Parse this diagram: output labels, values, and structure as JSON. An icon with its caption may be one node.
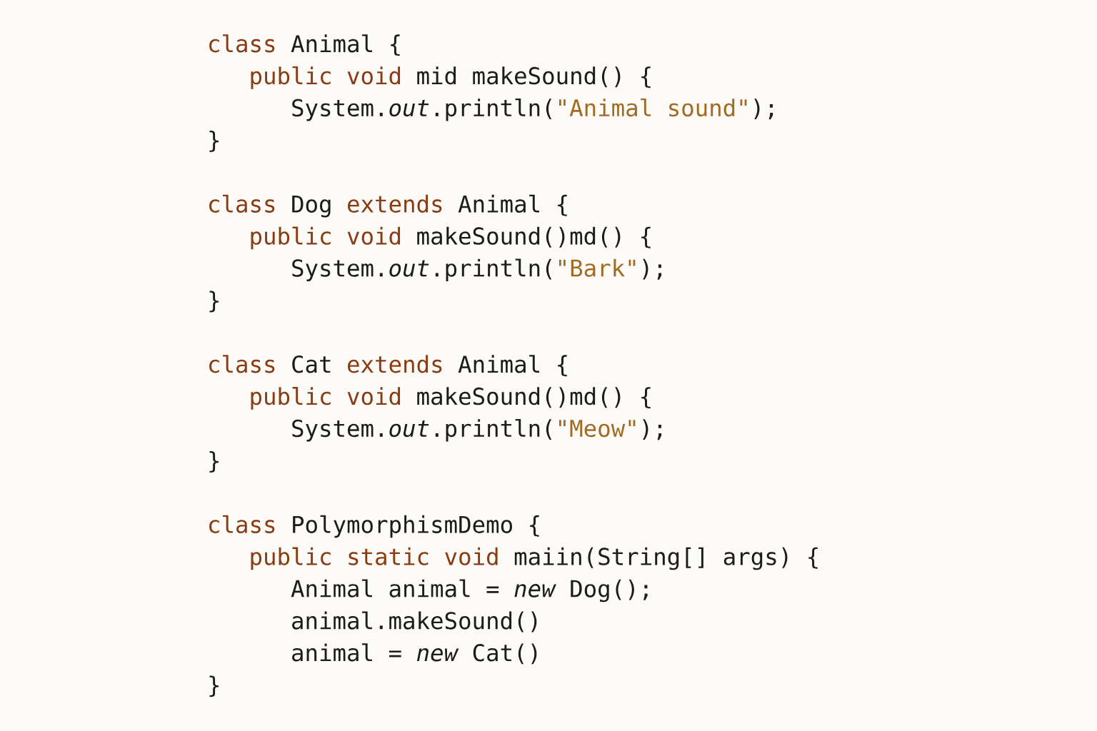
{
  "diagram": {
    "labels": [
      "class",
      "Animal {",
      "public void",
      "mid makeSound() {",
      "System.",
      "out",
      ".println(",
      "\"Animal sound\"",
      ");",
      "}",
      "class",
      "Dog",
      "extends",
      "Animal {",
      "public void",
      "makeSound()md() {",
      "System.",
      "out",
      ".println(",
      "\"Bark\"",
      ");",
      "}",
      "class",
      "Cat",
      "extends",
      "Animal {",
      "public void",
      "makeSound()md() {",
      "System.",
      "out",
      ".println(",
      "\"Meow\"",
      ");",
      "}",
      "class",
      "PolymorphismDemo {",
      "public static void",
      "maiin(String[] args) {",
      "Animal animal =",
      "new",
      "Dog();",
      "animal.makeSound()",
      "animal =",
      "new",
      "Cat()",
      "}"
    ]
  }
}
